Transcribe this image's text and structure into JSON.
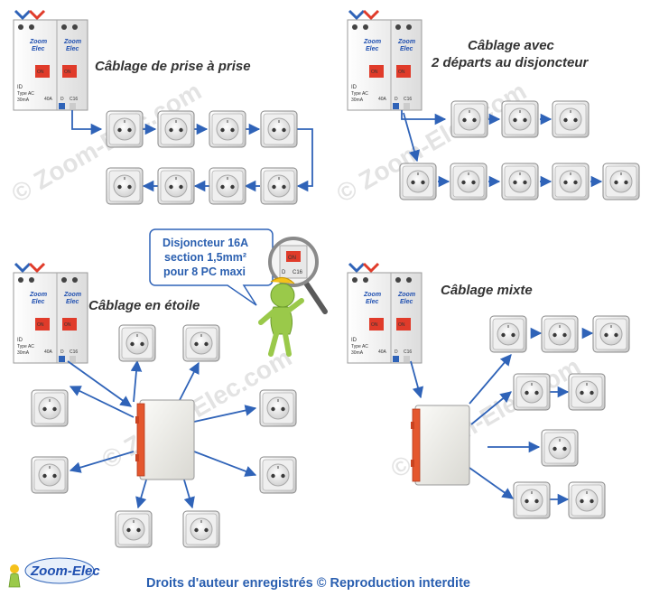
{
  "titles": {
    "prise": "Câblage de prise à prise",
    "departs_line1": "Câblage avec",
    "departs_line2": "2 départs au disjoncteur",
    "etoile": "Câblage en étoile",
    "mixte": "Câblage mixte"
  },
  "bubble": {
    "line1": "Disjoncteur 16A",
    "line2": "section 1,5mm²",
    "line3": "pour 8 PC maxi"
  },
  "breaker": {
    "brand_line1": "Zoom",
    "brand_line2": "Elec",
    "on_label": "ON",
    "id_label": "ID",
    "type_label": "Type AC",
    "sens_label": "30mA",
    "rating_40": "40A",
    "d_label": "D",
    "c16_label": "C16"
  },
  "magnifier": {
    "on_label": "ON",
    "d_label": "D",
    "c16_label": "C16"
  },
  "watermark": "© Zoom-Elec.com",
  "footer": {
    "copyright": "Droits d'auteur enregistrés © Reproduction interdite",
    "logo": "Zoom-Elec"
  },
  "colors": {
    "arrow": "#2f63b8",
    "socket_face": "#f2f2f2",
    "box_orange": "#e4572e",
    "on_red": "#e03b2a"
  }
}
